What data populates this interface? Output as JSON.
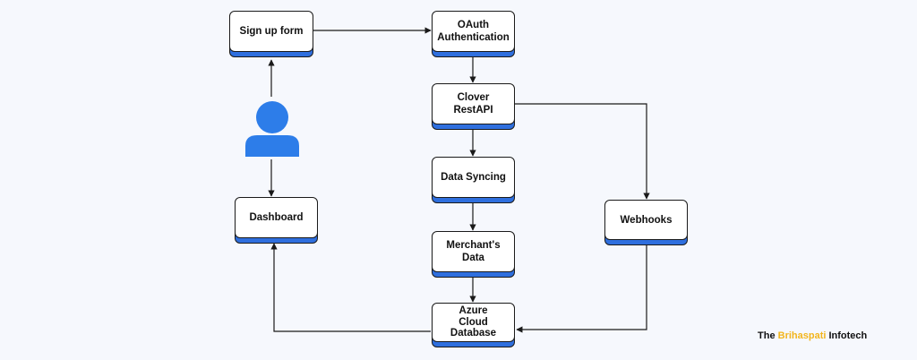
{
  "nodes": {
    "signup": "Sign up form",
    "oauth": "OAuth\nAuthentication",
    "clover": "Clover\nRestAPI",
    "syncing": "Data Syncing",
    "merchant": "Merchant's\nData",
    "azure": "Azure\nCloud\nDatabase",
    "dashboard": "Dashboard",
    "webhooks": "Webhooks"
  },
  "brand": {
    "prefix": "The ",
    "highlight": "Brihaspati",
    "suffix": " Infotech"
  },
  "colors": {
    "accent": "#2f6fde",
    "user": "#2d7de9",
    "line": "#1a1a1a",
    "brand_highlight": "#f2b51c"
  },
  "icons": {
    "user": "user-icon"
  }
}
